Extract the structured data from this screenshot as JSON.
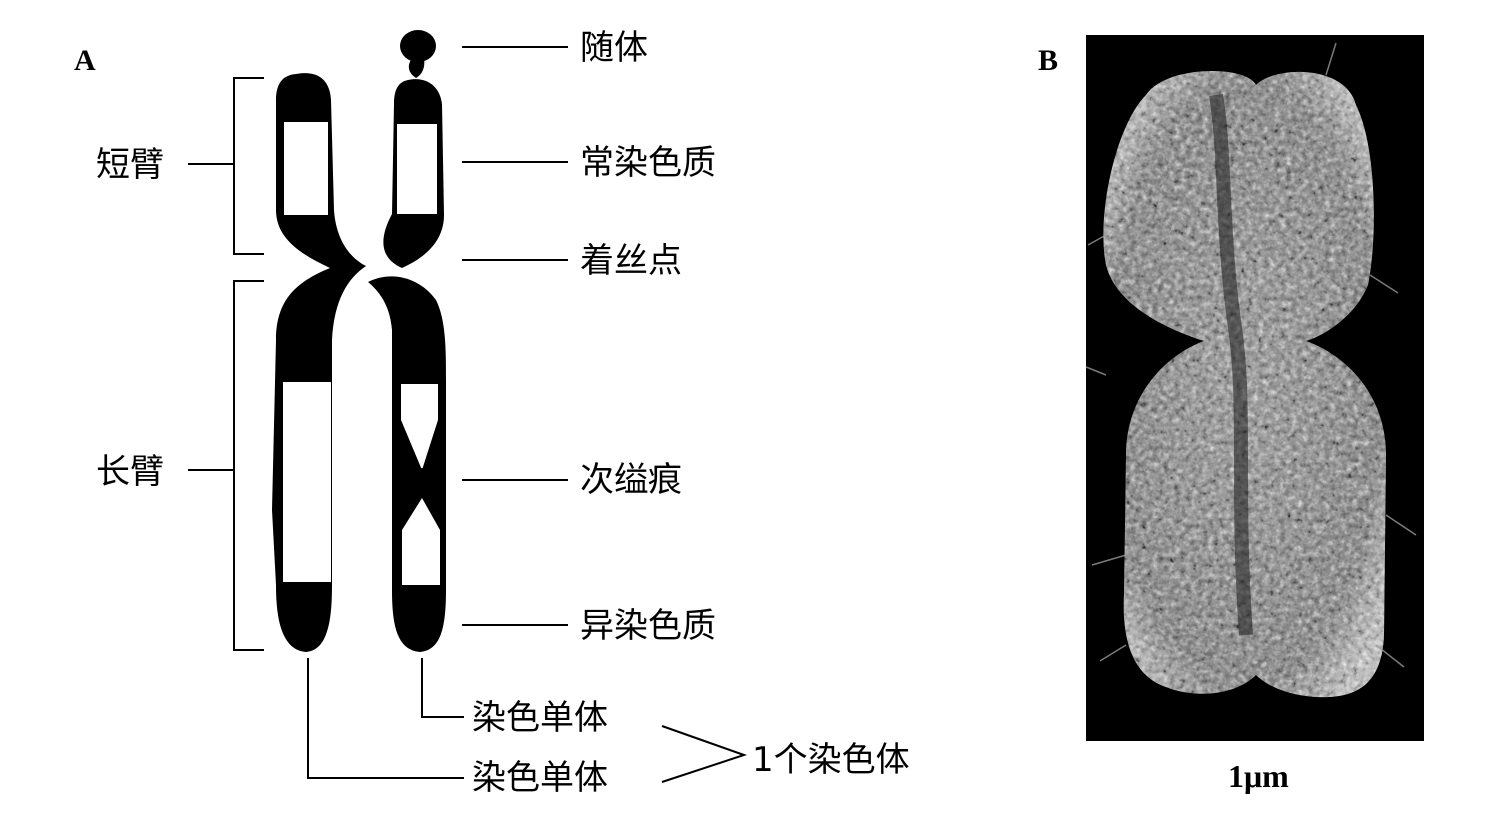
{
  "panelA": {
    "letter": "A",
    "labels": {
      "satellite": "随体",
      "euchromatin": "常染色质",
      "centromere": "着丝点",
      "secondary_constriction": "次缢痕",
      "heterochromatin": "异染色质",
      "short_arm": "短臂",
      "long_arm": "长臂",
      "chromatid_1": "染色单体",
      "chromatid_2": "染色单体",
      "one_chromosome": "1个染色体"
    }
  },
  "panelB": {
    "letter": "B",
    "scale_bar": "1μm"
  }
}
